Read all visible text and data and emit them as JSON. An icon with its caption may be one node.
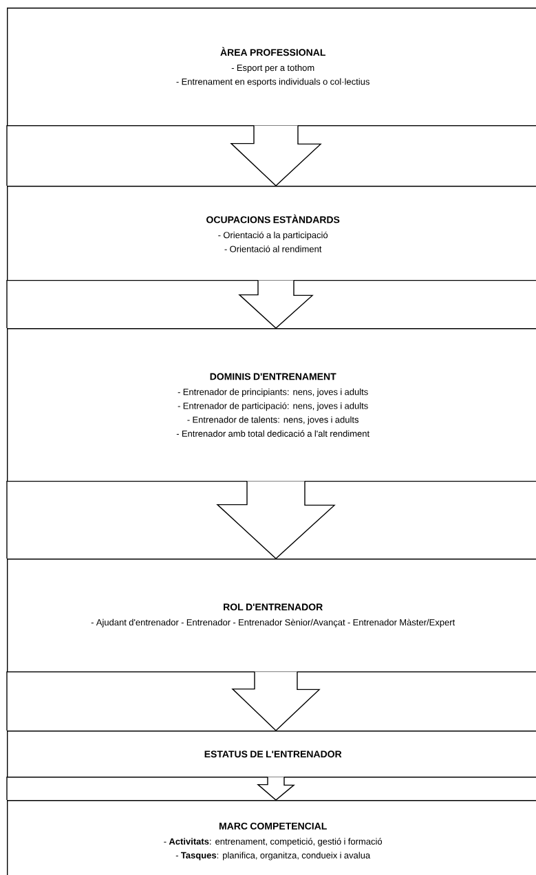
{
  "diagram": {
    "nodes": [
      {
        "text": [
          "ÀREA PROFESSIONAL",
          "- Esport per a tothom",
          "- Entrenament en esports individuals o col·lectius"
        ]
      },
      {
        "text": [
          "OCUPACIONS ESTÀNDARDS",
          "- Orientació a la participació",
          "- Orientació al rendiment"
        ]
      },
      {
        "text": [
          "DOMINIS D'ENTRENAMENT",
          "- Entrenador de principiants: nens, joves i adults",
          "- Entrenador de participació: nens, joves i adults",
          "- Entrenador de talents: nens, joves i adults",
          "- Entrenador amb total dedicació a l'alt rendiment"
        ]
      },
      {
        "text": [
          "ROL D'ENTRENADOR",
          "- Ajudant d'entrenador - Entrenador - Entrenador Sènior/Avançat - Entrenador Màster/Expert"
        ]
      },
      {
        "text": [
          "ESTATUS DE L'ENTRENADOR"
        ]
      },
      {
        "text": [
          "MARC COMPETENCIAL",
          "- **Activitats**: entrenament, competició, gestió i formació",
          "- **Tasques**: planifica, organitza, condueix i avalua"
        ]
      }
    ],
    "edges": [
      {
        "from": 0,
        "to": 1,
        "arrow": "to"
      },
      {
        "from": 1,
        "to": 2,
        "arrow": "to"
      },
      {
        "from": 2,
        "to": 3,
        "arrow": "to"
      },
      {
        "from": 3,
        "to": 4,
        "arrow": "to"
      },
      {
        "from": 4,
        "to": 5,
        "arrow": "to"
      }
    ]
  }
}
